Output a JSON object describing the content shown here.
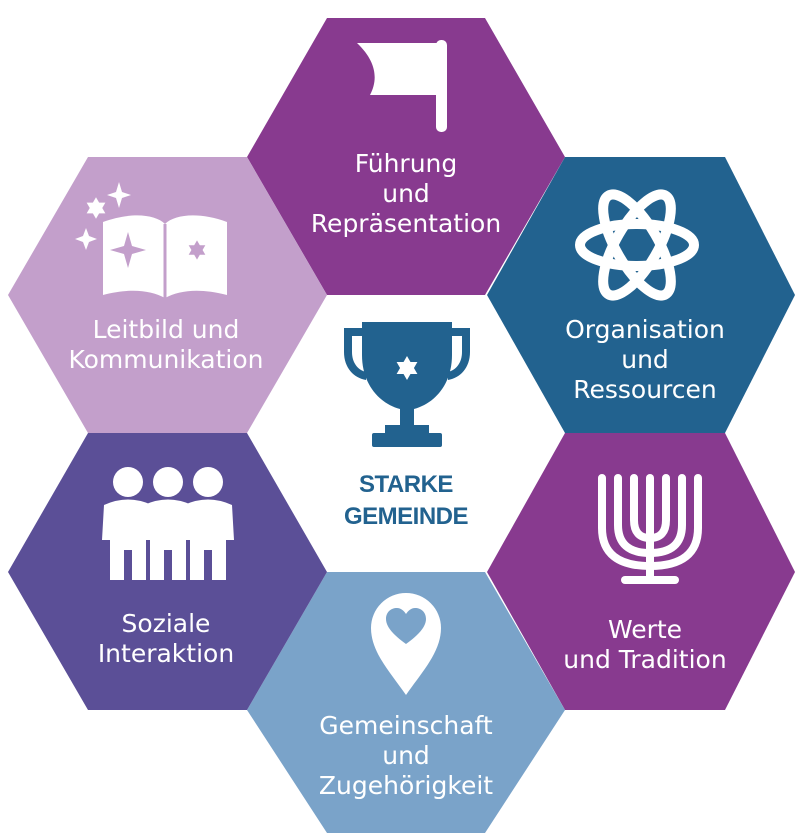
{
  "center": {
    "line1": "STARKE",
    "line2": "GEMEINDE",
    "icon": "trophy-star-icon",
    "color": "#22628f"
  },
  "segments": [
    {
      "id": "fuehrung",
      "lines": [
        "Führung",
        "und",
        "Repräsentation"
      ],
      "icon": "flag-icon",
      "color": "#883a8f"
    },
    {
      "id": "organisation",
      "lines": [
        "Organisation",
        "und",
        "Ressourcen"
      ],
      "icon": "atom-icon",
      "color": "#22628f"
    },
    {
      "id": "werte",
      "lines": [
        "Werte",
        "und Tradition"
      ],
      "icon": "menorah-icon",
      "color": "#883a8f"
    },
    {
      "id": "gemeinschaft",
      "lines": [
        "Gemeinschaft",
        "und",
        "Zugehörigkeit"
      ],
      "icon": "heart-pin-icon",
      "color": "#7aa3c9"
    },
    {
      "id": "soziale",
      "lines": [
        "Soziale",
        "Interaktion"
      ],
      "icon": "people-icon",
      "color": "#5b4f97"
    },
    {
      "id": "leitbild",
      "lines": [
        "Leitbild und",
        "Kommunikation"
      ],
      "icon": "open-book-stars-icon",
      "color": "#c39fcb"
    }
  ]
}
